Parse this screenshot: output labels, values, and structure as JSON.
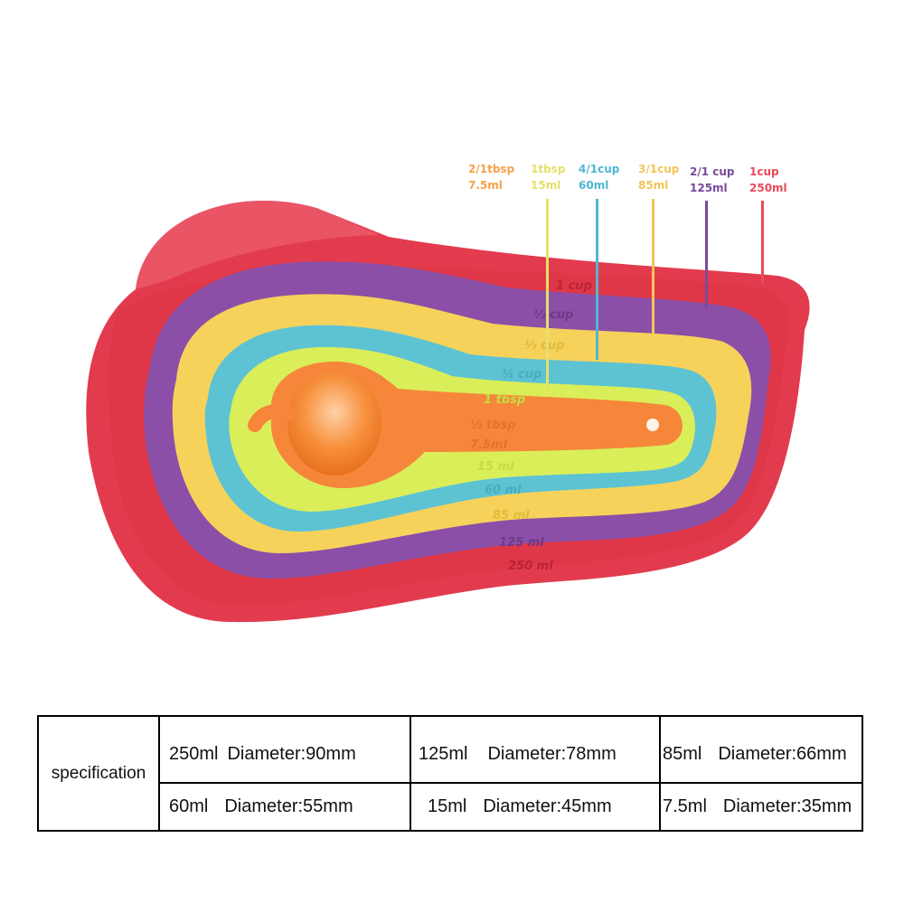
{
  "colors": {
    "red": "#e23d4f",
    "purple": "#8a4fa6",
    "yellow": "#f5d35c",
    "teal": "#5cc2d2",
    "lime": "#d9ee59",
    "orange": "#f6863a",
    "callout_orange": "#f6a24a",
    "callout_lime": "#e3e06a",
    "callout_teal": "#4fb7d0",
    "callout_yellow": "#f2c55a",
    "callout_purple": "#7a4a9c",
    "callout_red": "#e84a5a"
  },
  "callouts": [
    {
      "line1": "2/1tbsp",
      "line2": "7.5ml"
    },
    {
      "line1": "1tbsp",
      "line2": "15ml"
    },
    {
      "line1": "4/1cup",
      "line2": "60ml"
    },
    {
      "line1": "3/1cup",
      "line2": "85ml"
    },
    {
      "line1": "2/1 cup",
      "line2": "125ml"
    },
    {
      "line1": "1cup",
      "line2": "250ml"
    }
  ],
  "embossed": {
    "red_top": "1 cup",
    "purple_top": "½ cup",
    "yellow_top": "⅓ cup",
    "teal_top": "¼ cup",
    "lime_top": "1 tbsp",
    "orange_top": "½ tbsp",
    "orange_ml": "7.5ml",
    "lime_ml": "15 ml",
    "teal_ml": "60 ml",
    "yellow_ml": "85 ml",
    "purple_ml": "125 ml",
    "red_ml": "250 ml"
  },
  "table": {
    "header": "specification",
    "rows": [
      [
        {
          "capacity": "250ml",
          "diameter": "Diameter:90mm"
        },
        {
          "capacity": "125ml",
          "diameter": "Diameter:78mm"
        },
        {
          "capacity": "85ml",
          "diameter": "Diameter:66mm"
        }
      ],
      [
        {
          "capacity": "60ml",
          "diameter": "Diameter:55mm"
        },
        {
          "capacity": "15ml",
          "diameter": "Diameter:45mm"
        },
        {
          "capacity": "7.5ml",
          "diameter": "Diameter:35mm"
        }
      ]
    ]
  }
}
